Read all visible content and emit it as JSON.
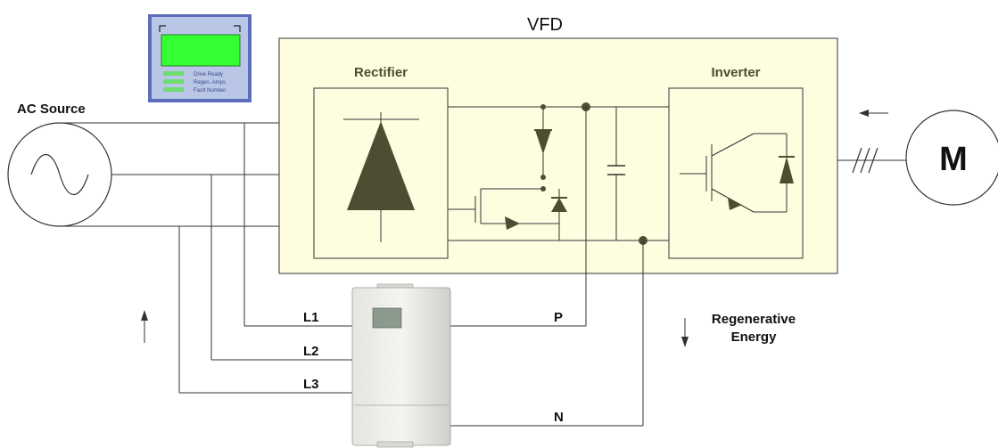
{
  "title": "VFD",
  "source_label": "AC Source",
  "rectifier_label": "Rectifier",
  "inverter_label": "Inverter",
  "motor_label": "M",
  "regen_label_line1": "Regenerative",
  "regen_label_line2": "Energy",
  "terminals": {
    "l1": "L1",
    "l2": "L2",
    "l3": "L3",
    "p": "P",
    "n": "N"
  },
  "keypad": {
    "lines": [
      "Drive Ready",
      "Regen. Amps",
      "Fault Number"
    ]
  },
  "colors": {
    "vfd_fill": "#fffde0",
    "component": "#4d4d33",
    "keypad_screen": "#33ff33",
    "keypad_body": "#b9c6e6"
  }
}
